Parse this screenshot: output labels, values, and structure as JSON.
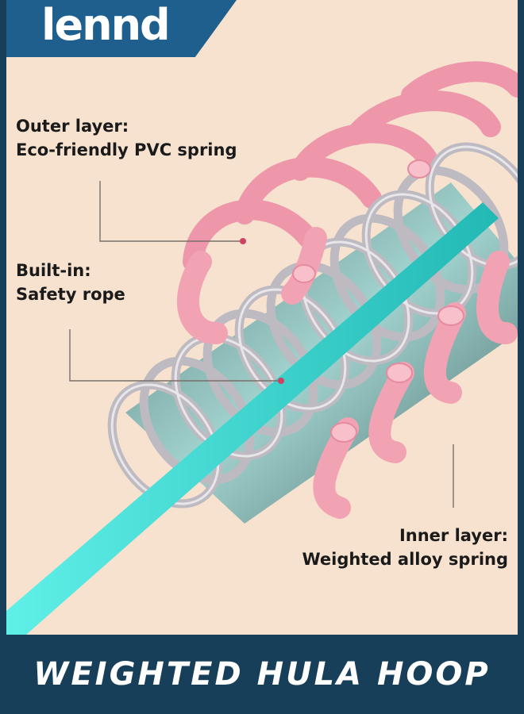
{
  "brand": {
    "logo_text": "lennd"
  },
  "callouts": {
    "outer": {
      "line1": "Outer layer:",
      "line2": "Eco-friendly PVC spring"
    },
    "rope": {
      "line1": "Built-in:",
      "line2": "Safety rope"
    },
    "inner": {
      "line1": "Inner layer:",
      "line2": "Weighted alloy spring"
    }
  },
  "footer": {
    "title": "WEIGHTED HULA HOOP"
  },
  "colors": {
    "background": "#f6e2cf",
    "footer_band": "#173f5a",
    "logo_badge": "#1e5f8e",
    "outer_spring": "#f2a3b3",
    "inner_spring": "#c9c6cc",
    "rope": "#35d6d0"
  }
}
